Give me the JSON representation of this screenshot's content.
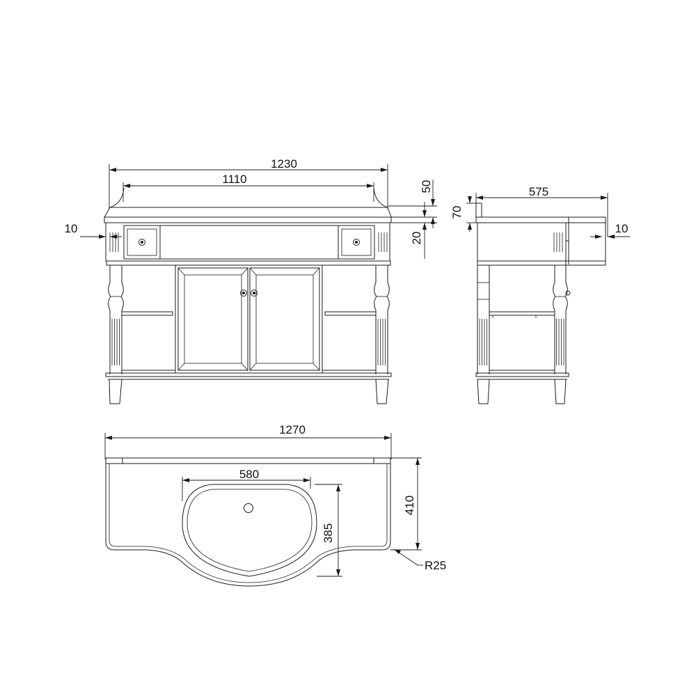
{
  "front_view": {
    "width_overall": "1230",
    "width_inner": "1110",
    "top_height": "50",
    "drawer_height": "20",
    "side_offset": "10"
  },
  "side_view": {
    "depth": "575",
    "top_height": "70",
    "side_offset": "10"
  },
  "top_view": {
    "width": "1270",
    "basin_width": "580",
    "basin_depth": "385",
    "depth": "410",
    "corner_radius": "R25"
  },
  "colors": {
    "line": "#1a1a1a",
    "background": "#ffffff"
  }
}
